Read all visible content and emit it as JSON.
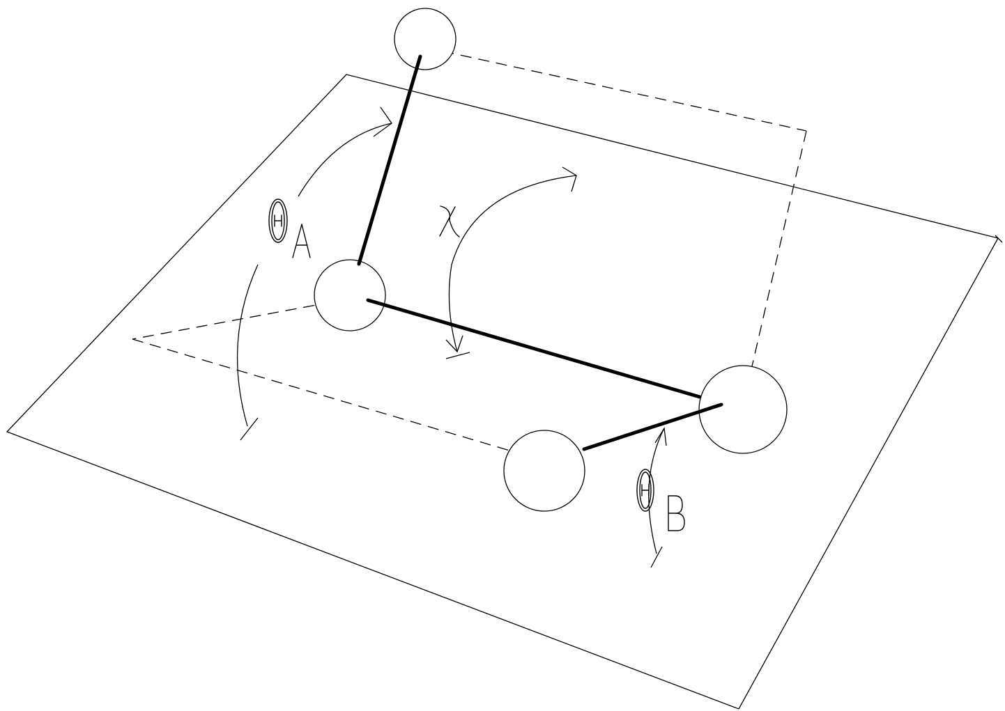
{
  "labels": {
    "theta_a": "ΘA",
    "theta_b": "ΘB",
    "chi": "χ"
  },
  "colors": {
    "line": "#000000",
    "background": "#ffffff"
  }
}
